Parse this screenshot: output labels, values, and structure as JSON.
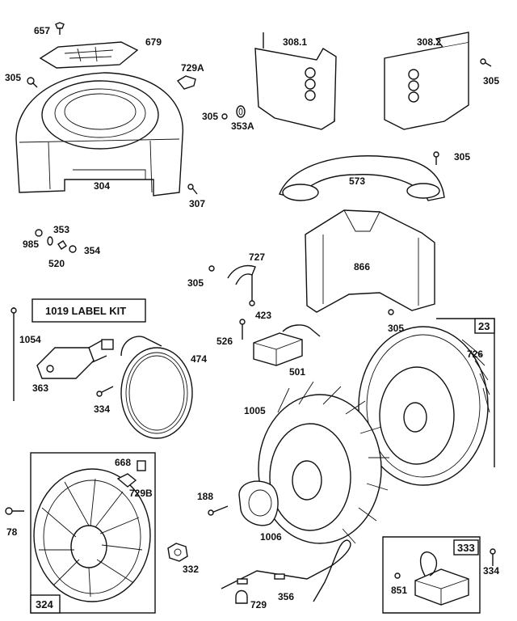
{
  "labels": {
    "p657": "657",
    "p679": "679",
    "p305a": "305",
    "p729A": "729A",
    "p304": "304",
    "p307": "307",
    "p305b": "305",
    "p353A": "353A",
    "p308_1": "308.1",
    "p308_2": "308.2",
    "p305c": "305",
    "p305d": "305",
    "p573": "573",
    "p353": "353",
    "p985": "985",
    "p354": "354",
    "p520": "520",
    "p727": "727",
    "p305e": "305",
    "p423": "423",
    "p866": "866",
    "p305f": "305",
    "p1054": "1054",
    "p474": "474",
    "p363": "363",
    "p334a": "334",
    "p526": "526",
    "p501": "501",
    "p1005": "1005",
    "p726": "726",
    "p668": "668",
    "p729B": "729B",
    "p78": "78",
    "p188": "188",
    "p1006": "1006",
    "p332": "332",
    "p729": "729",
    "p356": "356",
    "p851": "851",
    "p334b": "334"
  },
  "boxes": {
    "label_kit": "1019 LABEL KIT",
    "box23": "23",
    "box324": "324",
    "box333": "333"
  }
}
